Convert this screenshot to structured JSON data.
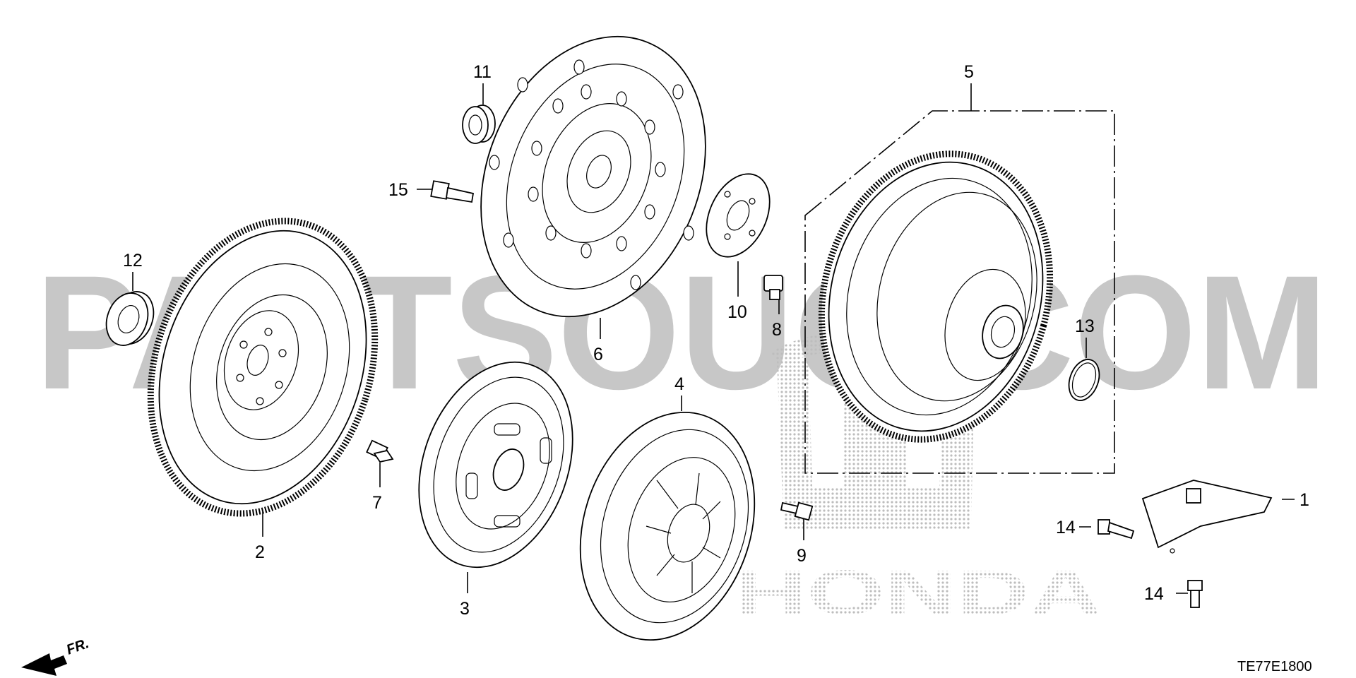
{
  "watermark": {
    "text": "PARTSOUQ.COM",
    "brand": "HONDA",
    "color": "#c7c7c7"
  },
  "diagram_code": "TE77E1800",
  "front_label": "FR.",
  "callouts": [
    "1",
    "2",
    "3",
    "4",
    "5",
    "6",
    "7",
    "8",
    "9",
    "10",
    "11",
    "12",
    "13",
    "14",
    "14",
    "15"
  ],
  "colors": {
    "line": "#000000",
    "background": "#ffffff"
  }
}
